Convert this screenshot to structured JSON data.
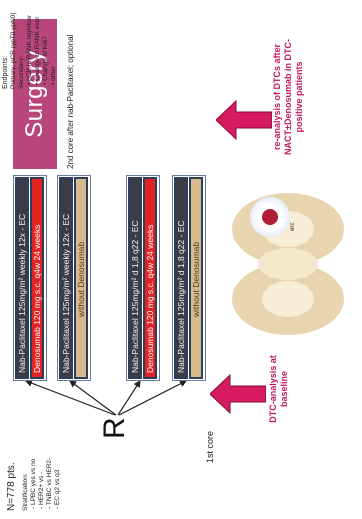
{
  "header": {
    "pts": "N=778 pts.",
    "strat_title": "Stratification:",
    "strat_items": [
      "- LPBC yes vs no",
      "- HER2+ vs -",
      "- TNBC vs HER2-",
      "- EC q2 vs q3"
    ]
  },
  "randomization_label": "R",
  "arms": [
    {
      "chemo": "Nab-Paclitaxel 125mg/m² weekly 12x - EC",
      "treatment": "Denosumab 120 mg s.c. q4w 24 weeks",
      "treatment_style": "red"
    },
    {
      "chemo": "Nab-Paclitaxel 125mg/m² weekly 12x - EC",
      "treatment": "without Denosumab",
      "treatment_style": "tan"
    },
    {
      "chemo": "Nab-Paclitaxel 125mg/m² d 1,8 q22 - EC",
      "treatment": "Denosumab 120 mg s.c. q4w 24 weeks",
      "treatment_style": "red"
    },
    {
      "chemo": "Nab-Paclitaxel 125mg/m² d 1,8 q22 - EC",
      "treatment": "without Denosumab",
      "treatment_style": "tan"
    }
  ],
  "surgery_label": "Surgery",
  "endpoints": {
    "title": "Endpoints:",
    "primary": "Primary: pCR (ypT0 ypN0)",
    "secondary_title": "Secondary:",
    "secondary": [
      "• pCR in RANK high/low",
      "• Change of RANK expr",
      "• Change of Ki67",
      "• other"
    ]
  },
  "cores": {
    "first": "1st core",
    "second": "2nd core after nab-Paclitaxel; optional"
  },
  "dtc": {
    "baseline": "DTC-analysis at baseline",
    "reanalysis": "re-analysis of DTCs after NACT±Denosumab in DTC-positive patients",
    "cell_label": "erc"
  },
  "colors": {
    "pink_arrow": "#d81b60",
    "surgery_bg": "#b8467a",
    "red_bar": "#e32222",
    "tan_bar": "#d7b98e",
    "dark_bar": "#3c3c46"
  }
}
